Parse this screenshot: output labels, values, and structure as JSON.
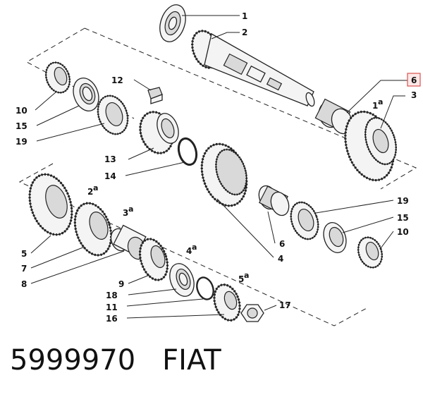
{
  "callouts": [
    {
      "num": "1"
    },
    {
      "num": "2"
    },
    {
      "num": "6",
      "highlighted": true
    },
    {
      "num": "1",
      "sup": "a"
    },
    {
      "num": "3"
    },
    {
      "num": "12"
    },
    {
      "num": "10"
    },
    {
      "num": "15"
    },
    {
      "num": "19"
    },
    {
      "num": "13"
    },
    {
      "num": "14"
    },
    {
      "num": "2",
      "sup": "a"
    },
    {
      "num": "3",
      "sup": "a"
    },
    {
      "num": "5"
    },
    {
      "num": "7"
    },
    {
      "num": "8"
    },
    {
      "num": "9"
    },
    {
      "num": "4",
      "sup": "a"
    },
    {
      "num": "18"
    },
    {
      "num": "11"
    },
    {
      "num": "5",
      "sup": "a"
    },
    {
      "num": "16"
    },
    {
      "num": "17"
    },
    {
      "num": "4"
    },
    {
      "num": "6"
    },
    {
      "num": "19"
    },
    {
      "num": "15"
    },
    {
      "num": "10"
    }
  ],
  "caption": {
    "part_number": "5999970",
    "brand": "FIAT"
  }
}
